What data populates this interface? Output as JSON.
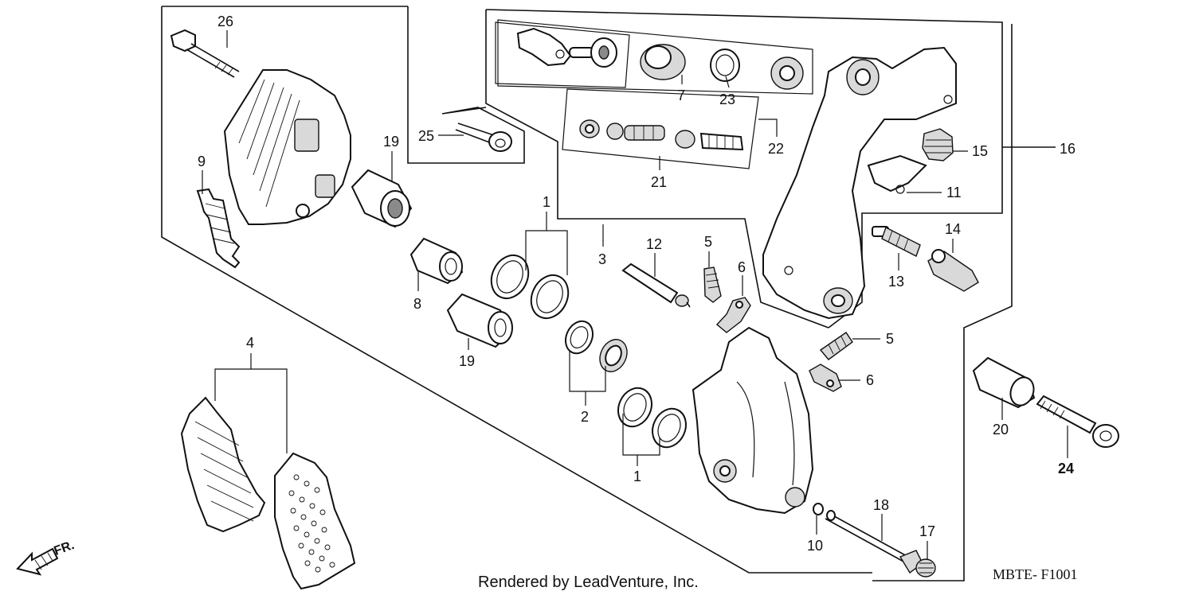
{
  "diagram": {
    "credit": "Rendered by LeadVenture, Inc.",
    "code": "MBTE- F1001",
    "direction_label": "FR."
  },
  "callouts": {
    "c1a": "1",
    "c1b": "1",
    "c2": "2",
    "c3": "3",
    "c4": "4",
    "c5a": "5",
    "c5b": "5",
    "c6a": "6",
    "c6b": "6",
    "c7": "7",
    "c8": "8",
    "c9": "9",
    "c10": "10",
    "c11": "11",
    "c12": "12",
    "c13": "13",
    "c14": "14",
    "c15": "15",
    "c16": "16",
    "c17": "17",
    "c18": "18",
    "c19a": "19",
    "c19b": "19",
    "c20": "20",
    "c21": "21",
    "c22": "22",
    "c23": "23",
    "c24": "24",
    "c25": "25",
    "c26": "26"
  }
}
